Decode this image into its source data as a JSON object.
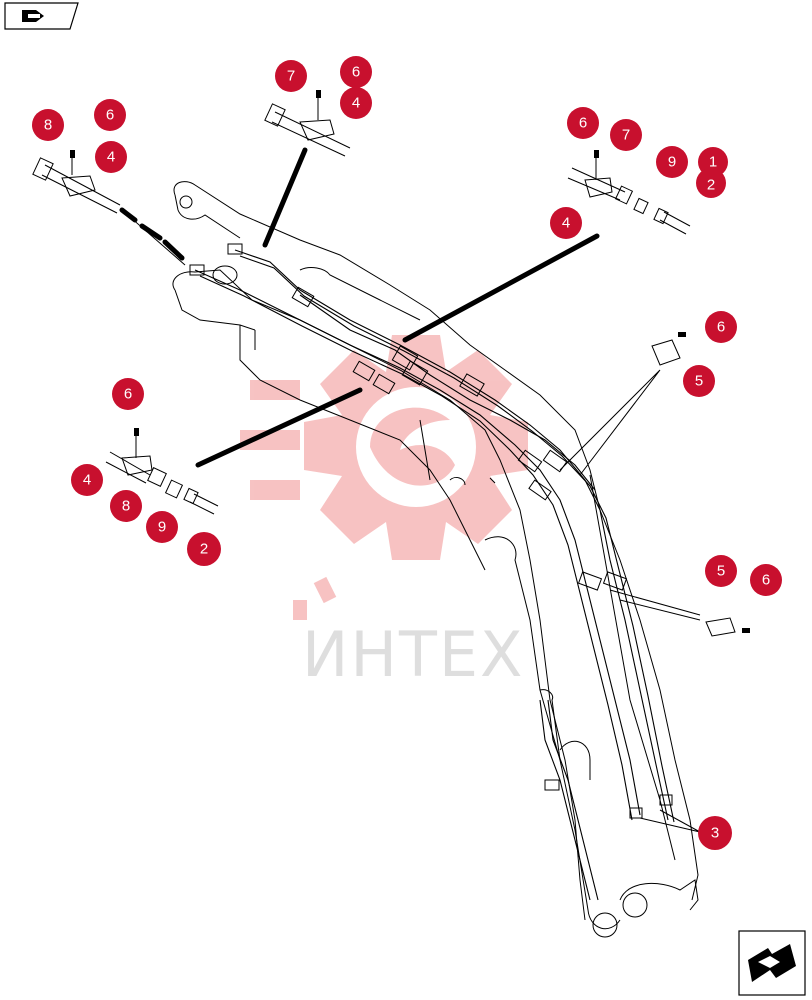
{
  "watermark": {
    "text": "ИНТЕХ",
    "logo_color": "#f6b8b8",
    "text_color": "#d9d9d9"
  },
  "callout_color": "#c8102e",
  "nav": {
    "prev_icon": "page-back-arrow-icon",
    "next_icon": "page-forward-arrow-icon"
  },
  "callouts": {
    "c1": "1",
    "c2a": "2",
    "c2b": "2",
    "c3": "3",
    "c4a": "4",
    "c4b": "4",
    "c4c": "4",
    "c4d": "4",
    "c5a": "5",
    "c5b": "5",
    "c6a": "6",
    "c6b": "6",
    "c6c": "6",
    "c6d": "6",
    "c6e": "6",
    "c6f": "6",
    "c7a": "7",
    "c7b": "7",
    "c8a": "8",
    "c8b": "8",
    "c9a": "9",
    "c9b": "9"
  }
}
